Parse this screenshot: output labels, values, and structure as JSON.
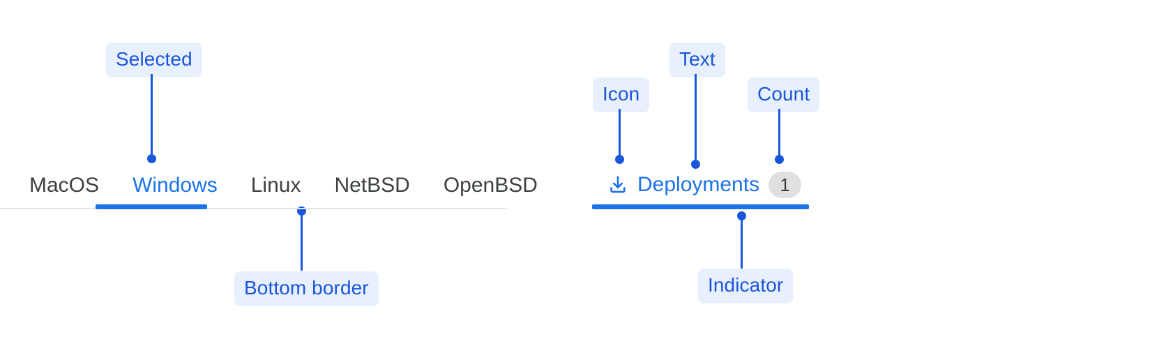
{
  "tabbar": {
    "tabs": [
      {
        "label": "MacOS",
        "selected": false
      },
      {
        "label": "Windows",
        "selected": true
      },
      {
        "label": "Linux",
        "selected": false
      },
      {
        "label": "NetBSD",
        "selected": false
      },
      {
        "label": "OpenBSD",
        "selected": false
      }
    ]
  },
  "deployments_tab": {
    "icon": "download-icon",
    "label": "Deployments",
    "count": "1",
    "selected": true
  },
  "annotations": [
    {
      "id": "selected",
      "label": "Selected"
    },
    {
      "id": "bottom-border",
      "label": "Bottom border"
    },
    {
      "id": "icon",
      "label": "Icon"
    },
    {
      "id": "text",
      "label": "Text"
    },
    {
      "id": "count",
      "label": "Count"
    },
    {
      "id": "indicator",
      "label": "Indicator"
    }
  ],
  "colors": {
    "accent_blue": "#1a73e8",
    "annotation_blue": "#1a56db",
    "annotation_bg": "#e9f0fd",
    "text_default": "#3c4043",
    "divider": "#e3e3e3",
    "badge_bg": "#e0e0e0"
  }
}
